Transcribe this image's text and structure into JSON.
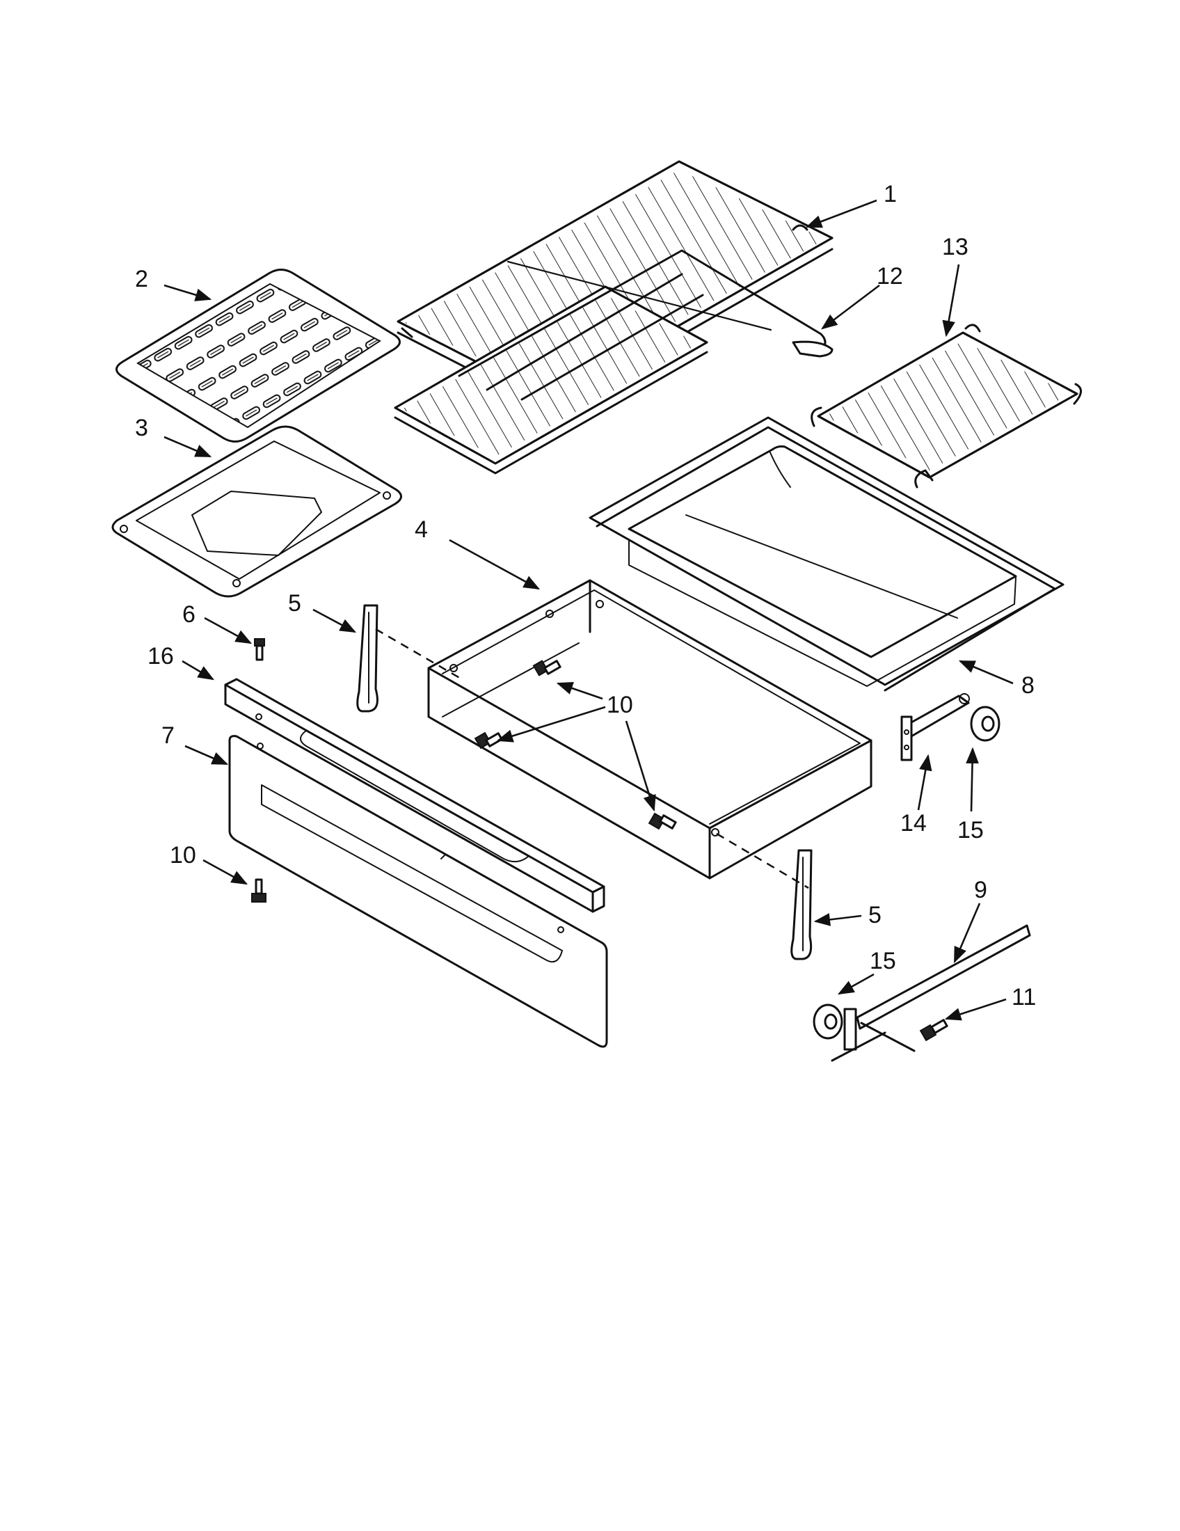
{
  "callouts": [
    {
      "id": "c1",
      "label": "1"
    },
    {
      "id": "c2",
      "label": "2"
    },
    {
      "id": "c3",
      "label": "3"
    },
    {
      "id": "c4",
      "label": "4"
    },
    {
      "id": "c5a",
      "label": "5"
    },
    {
      "id": "c5b",
      "label": "5"
    },
    {
      "id": "c6",
      "label": "6"
    },
    {
      "id": "c7",
      "label": "7"
    },
    {
      "id": "c8",
      "label": "8"
    },
    {
      "id": "c9",
      "label": "9"
    },
    {
      "id": "c10a",
      "label": "10"
    },
    {
      "id": "c10b",
      "label": "10"
    },
    {
      "id": "c11",
      "label": "11"
    },
    {
      "id": "c12",
      "label": "12"
    },
    {
      "id": "c13",
      "label": "13"
    },
    {
      "id": "c14",
      "label": "14"
    },
    {
      "id": "c15a",
      "label": "15"
    },
    {
      "id": "c15b",
      "label": "15"
    },
    {
      "id": "c16",
      "label": "16"
    }
  ]
}
